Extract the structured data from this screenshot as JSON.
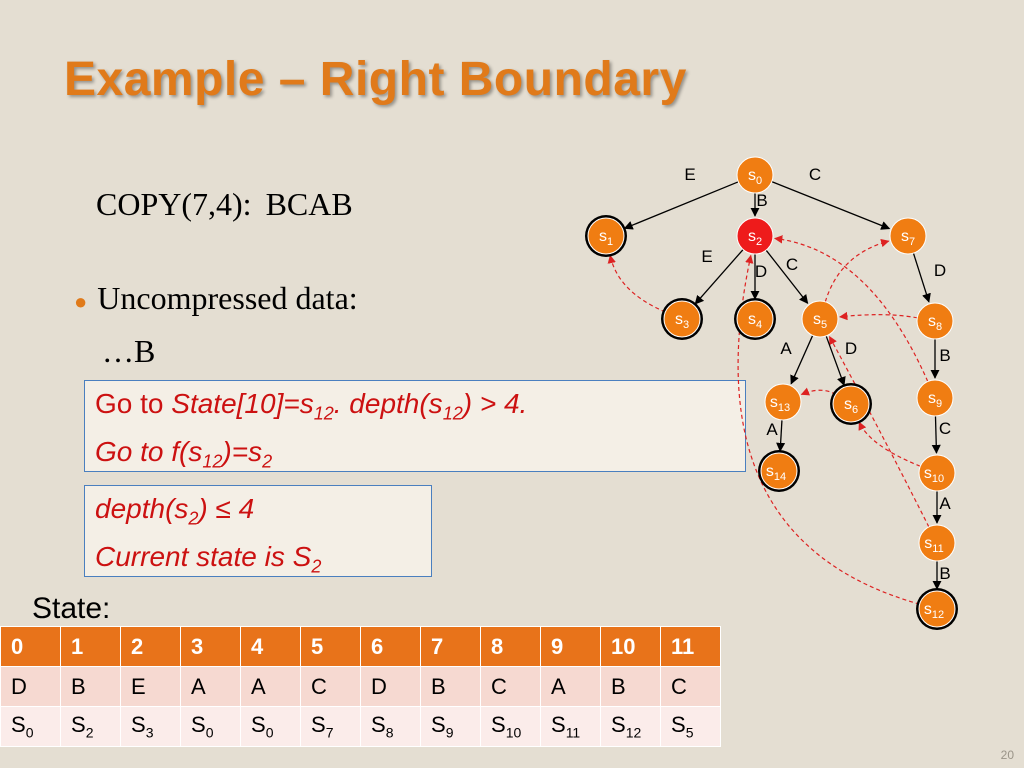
{
  "title": "Example – Right Boundary",
  "copy": {
    "label": "COPY(7,4):",
    "chars": [
      "B",
      "C",
      "A",
      "B"
    ]
  },
  "bullet": {
    "text": "Uncompressed data:",
    "data": "…B"
  },
  "box1": {
    "line1": [
      {
        "t": "Go to ",
        "style": "n"
      },
      {
        "t": "State[10]=s",
        "style": "i"
      },
      {
        "t": "12",
        "style": "isub"
      },
      {
        "t": ". depth(s",
        "style": "i"
      },
      {
        "t": "12",
        "style": "isub"
      },
      {
        "t": ") > 4.",
        "style": "i"
      }
    ],
    "line2": [
      {
        "t": "Go to f(s",
        "style": "i"
      },
      {
        "t": "12",
        "style": "isub"
      },
      {
        "t": ")=s",
        "style": "i"
      },
      {
        "t": "2",
        "style": "isub"
      }
    ]
  },
  "box2": {
    "line1": [
      {
        "t": "depth(s",
        "style": "i"
      },
      {
        "t": "2",
        "style": "isub"
      },
      {
        "t": ") ≤ 4",
        "style": "i"
      }
    ],
    "line2": [
      {
        "t": "Current state is S",
        "style": "i"
      },
      {
        "t": "2",
        "style": "isub"
      }
    ]
  },
  "state_label": "State:",
  "table": {
    "header": [
      "0",
      "1",
      "2",
      "3",
      "4",
      "5",
      "6",
      "7",
      "8",
      "9",
      "10",
      "11"
    ],
    "chars": [
      {
        "v": "D",
        "red": false
      },
      {
        "v": "B",
        "red": false
      },
      {
        "v": "E",
        "red": false
      },
      {
        "v": "A",
        "red": false
      },
      {
        "v": "A",
        "red": false
      },
      {
        "v": "C",
        "red": false
      },
      {
        "v": "D",
        "red": false
      },
      {
        "v": "B",
        "red": true
      },
      {
        "v": "C",
        "red": true
      },
      {
        "v": "A",
        "red": true
      },
      {
        "v": "B",
        "red": true
      },
      {
        "v": "C",
        "red": false
      }
    ],
    "states": [
      {
        "b": "S",
        "s": "0"
      },
      {
        "b": "S",
        "s": "2"
      },
      {
        "b": "S",
        "s": "3"
      },
      {
        "b": "S",
        "s": "0"
      },
      {
        "b": "S",
        "s": "0"
      },
      {
        "b": "S",
        "s": "7"
      },
      {
        "b": "S",
        "s": "8"
      },
      {
        "b": "S",
        "s": "9"
      },
      {
        "b": "S",
        "s": "10"
      },
      {
        "b": "S",
        "s": "11"
      },
      {
        "b": "S",
        "s": "12"
      },
      {
        "b": "S",
        "s": "5"
      }
    ]
  },
  "graph": {
    "colors": {
      "node": "#f07d12",
      "active": "#ee1b1b",
      "edge": "#000000",
      "link": "#dd2222"
    },
    "nodes": [
      {
        "id": "s0",
        "base": "s",
        "sub": "0",
        "final": false,
        "active": false
      },
      {
        "id": "s1",
        "base": "s",
        "sub": "1",
        "final": true,
        "active": false
      },
      {
        "id": "s2",
        "base": "s",
        "sub": "2",
        "final": false,
        "active": true
      },
      {
        "id": "s3",
        "base": "s",
        "sub": "3",
        "final": true,
        "active": false
      },
      {
        "id": "s4",
        "base": "s",
        "sub": "4",
        "final": true,
        "active": false
      },
      {
        "id": "s5",
        "base": "s",
        "sub": "5",
        "final": false,
        "active": false
      },
      {
        "id": "s6",
        "base": "s",
        "sub": "6",
        "final": true,
        "active": false
      },
      {
        "id": "s7",
        "base": "s",
        "sub": "7",
        "final": false,
        "active": false
      },
      {
        "id": "s8",
        "base": "s",
        "sub": "8",
        "final": false,
        "active": false
      },
      {
        "id": "s9",
        "base": "s",
        "sub": "9",
        "final": false,
        "active": false
      },
      {
        "id": "s10",
        "base": "s",
        "sub": "10",
        "final": false,
        "active": false
      },
      {
        "id": "s11",
        "base": "s",
        "sub": "11",
        "final": false,
        "active": false
      },
      {
        "id": "s12",
        "base": "s",
        "sub": "12",
        "final": true,
        "active": false
      },
      {
        "id": "s13",
        "base": "s",
        "sub": "13",
        "final": false,
        "active": false
      },
      {
        "id": "s14",
        "base": "s",
        "sub": "14",
        "final": true,
        "active": false
      }
    ],
    "edges": [
      {
        "from": "s0",
        "to": "s1",
        "label": "E"
      },
      {
        "from": "s0",
        "to": "s2",
        "label": "B"
      },
      {
        "from": "s0",
        "to": "s7",
        "label": "C"
      },
      {
        "from": "s2",
        "to": "s3",
        "label": "E"
      },
      {
        "from": "s2",
        "to": "s4",
        "label": "D"
      },
      {
        "from": "s2",
        "to": "s5",
        "label": "C"
      },
      {
        "from": "s5",
        "to": "s13",
        "label": "A"
      },
      {
        "from": "s5",
        "to": "s6",
        "label": "D"
      },
      {
        "from": "s13",
        "to": "s14",
        "label": "A"
      },
      {
        "from": "s7",
        "to": "s8",
        "label": "D"
      },
      {
        "from": "s8",
        "to": "s9",
        "label": "B"
      },
      {
        "from": "s9",
        "to": "s10",
        "label": "C"
      },
      {
        "from": "s10",
        "to": "s11",
        "label": "A"
      },
      {
        "from": "s11",
        "to": "s12",
        "label": "B"
      }
    ],
    "links": [
      {
        "from": "s3",
        "to": "s1"
      },
      {
        "from": "s5",
        "to": "s7"
      },
      {
        "from": "s8",
        "to": "s5"
      },
      {
        "from": "s9",
        "to": "s2"
      },
      {
        "from": "s6",
        "to": "s13"
      },
      {
        "from": "s10",
        "to": "s6"
      },
      {
        "from": "s11",
        "to": "s5"
      },
      {
        "from": "s12",
        "to": "s2"
      }
    ]
  },
  "page_number": "20"
}
